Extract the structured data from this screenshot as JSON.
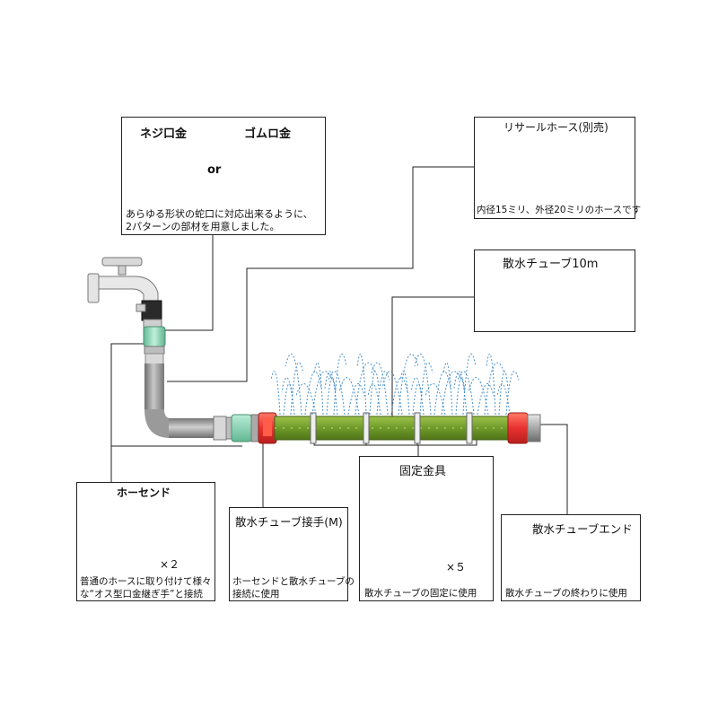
{
  "faucet_parts": {
    "nejiguchi_label": "ネジ口金",
    "or_label": "or",
    "gomuguchi_label": "ゴムロ金",
    "desc_line1": "あらゆる形状の蛇口に対応出来るように、",
    "desc_line2": "2パターンの部材を用意しました。"
  },
  "recycle_hose": {
    "title": "リサールホース(別売)",
    "desc": "内径15ミリ、外径20ミリのホースです"
  },
  "sprinkler_tube": {
    "title": "散水チューブ10m"
  },
  "hose_connector": {
    "title": "ホーセンド",
    "qty": "×２",
    "desc_line1": "普通のホースに取り付けて様々",
    "desc_line2": "な“オス型口金継ぎ手”と接続"
  },
  "tube_joint_m": {
    "title": "散水チューブ接手(M)",
    "desc_line1": "ホーセンドと散水チューブの",
    "desc_line2": "接続に使用"
  },
  "fixing_pin": {
    "title": "固定金具",
    "qty": "×５",
    "desc": "散水チューブの固定に使用"
  },
  "tube_end": {
    "title": "散水チューブエンド",
    "desc": "散水チューブの終わりに使用"
  },
  "colors": {
    "tube_green": "#6f9a2a",
    "connector_teal": "#8fd3b4",
    "cap_red": "#e8322f",
    "hose_gray": "#9a9a9a",
    "spray_blue": "#4a90c8"
  }
}
